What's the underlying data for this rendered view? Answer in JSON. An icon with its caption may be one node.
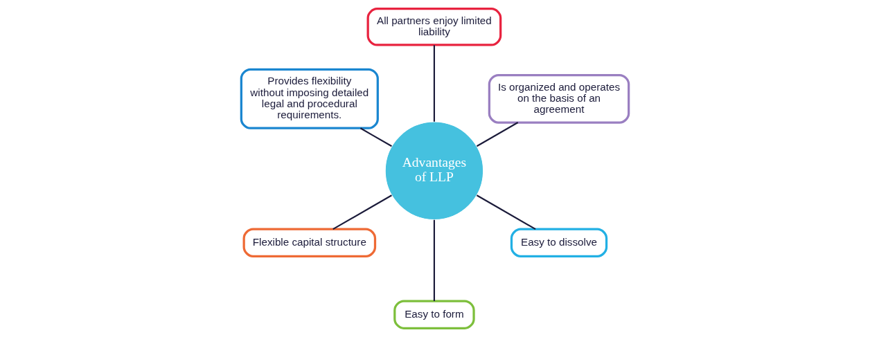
{
  "diagram": {
    "nodes": [
      {
        "text": [
          "Advantages of LLP"
        ]
      },
      {
        "text": [
          "Is organized and operates on the basis of an agreement"
        ]
      },
      {
        "text": [
          "All partners enjoy limited liability"
        ]
      },
      {
        "text": [
          "Provides flexibility without imposing detailed legal and procedural requirements."
        ]
      },
      {
        "text": [
          "Flexible capital structure"
        ]
      },
      {
        "text": [
          "Easy to form"
        ]
      },
      {
        "text": [
          "Easy to dissolve"
        ]
      }
    ],
    "edges": [
      {
        "from": 0,
        "to": 1,
        "arrow": "none"
      },
      {
        "from": 0,
        "to": 2,
        "arrow": "none"
      },
      {
        "from": 0,
        "to": 3,
        "arrow": "none"
      },
      {
        "from": 0,
        "to": 4,
        "arrow": "none"
      },
      {
        "from": 0,
        "to": 5,
        "arrow": "none"
      },
      {
        "from": 0,
        "to": 6,
        "arrow": "none"
      }
    ]
  }
}
